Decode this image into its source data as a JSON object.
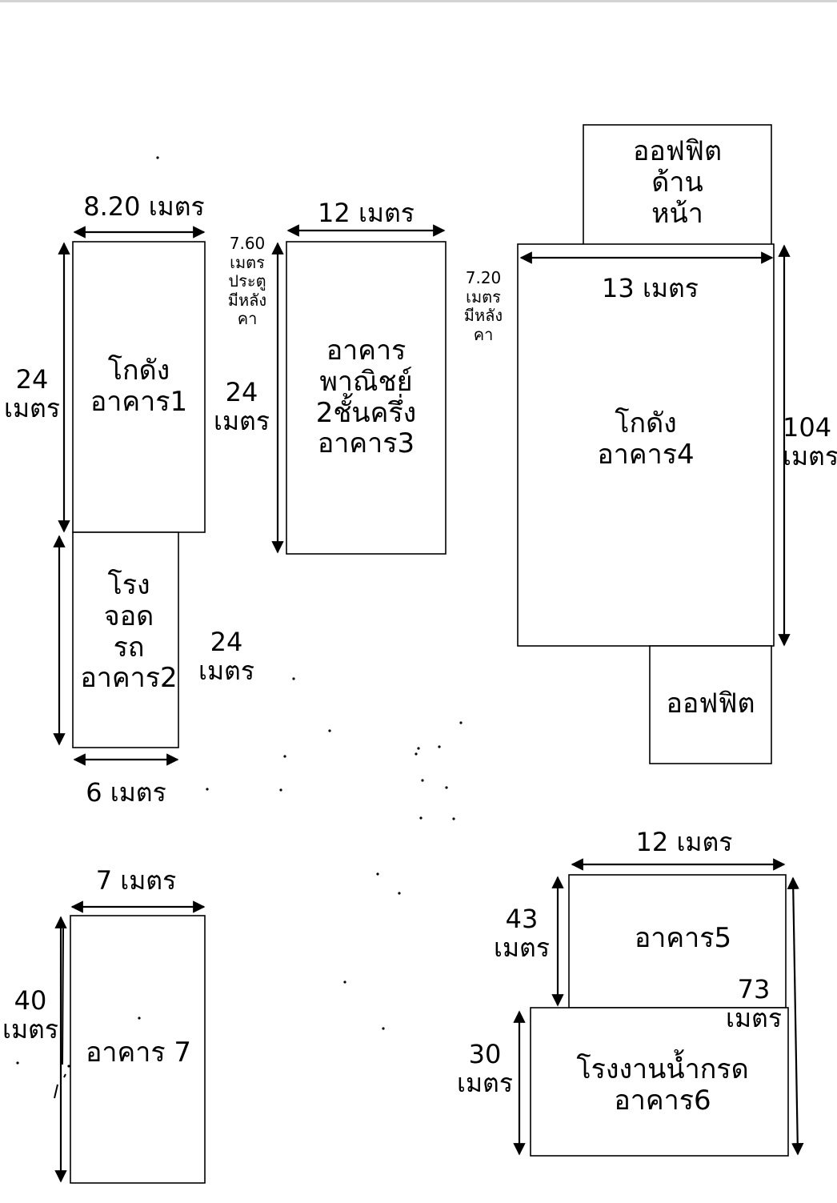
{
  "buildings": {
    "b1": {
      "line1": "โกดัง",
      "line2": "อาคาร1"
    },
    "b2": {
      "line1": "โรง",
      "line2": "จอด",
      "line3": "รถ",
      "line4": "อาคาร2"
    },
    "b3": {
      "line1": "อาคาร",
      "line2": "พาณิชย์",
      "line3": "2ชั้นครึ่ง",
      "line4": "อาคาร3"
    },
    "b4": {
      "line1": "โกดัง",
      "line2": "อาคาร4"
    },
    "front_office": {
      "line1": "ออฟฟิต",
      "line2": "ด้าน",
      "line3": "หน้า"
    },
    "office": {
      "label": "ออฟฟิต"
    },
    "b5": {
      "label": "อาคาร5"
    },
    "b6": {
      "line1": "โรงงานน้ำกรด",
      "line2": "อาคาร6"
    },
    "b7": {
      "label": "อาคาร 7"
    }
  },
  "dimensions": {
    "b1_width": "8.20 เมตร",
    "b1_height": {
      "line1": "24",
      "line2": "เมตร"
    },
    "gap_1_3": {
      "line1": "7.60",
      "line2": "เมตร",
      "line3": "ประตู",
      "line4": "มีหลัง",
      "line5": "คา"
    },
    "b3_width": "12 เมตร",
    "b3_height": {
      "line1": "24",
      "line2": "เมตร"
    },
    "gap_3_4": {
      "line1": "7.20",
      "line2": "เมตร",
      "line3": "มีหลัง",
      "line4": "คา"
    },
    "b4_width": "13 เมตร",
    "b4_height": {
      "line1": "104",
      "line2": "เมตร"
    },
    "b2_height": {
      "line1": "24",
      "line2": "เมตร"
    },
    "b2_width": "6 เมตร",
    "b7_width": "7 เมตร",
    "b7_height": {
      "line1": "40",
      "line2": "เมตร"
    },
    "b5_width": "12 เมตร",
    "b5_height": {
      "line1": "43",
      "line2": "เมตร"
    },
    "b56_total": {
      "line1": "73",
      "line2": "เมตร"
    },
    "b6_height": {
      "line1": "30",
      "line2": "เมตร"
    }
  }
}
